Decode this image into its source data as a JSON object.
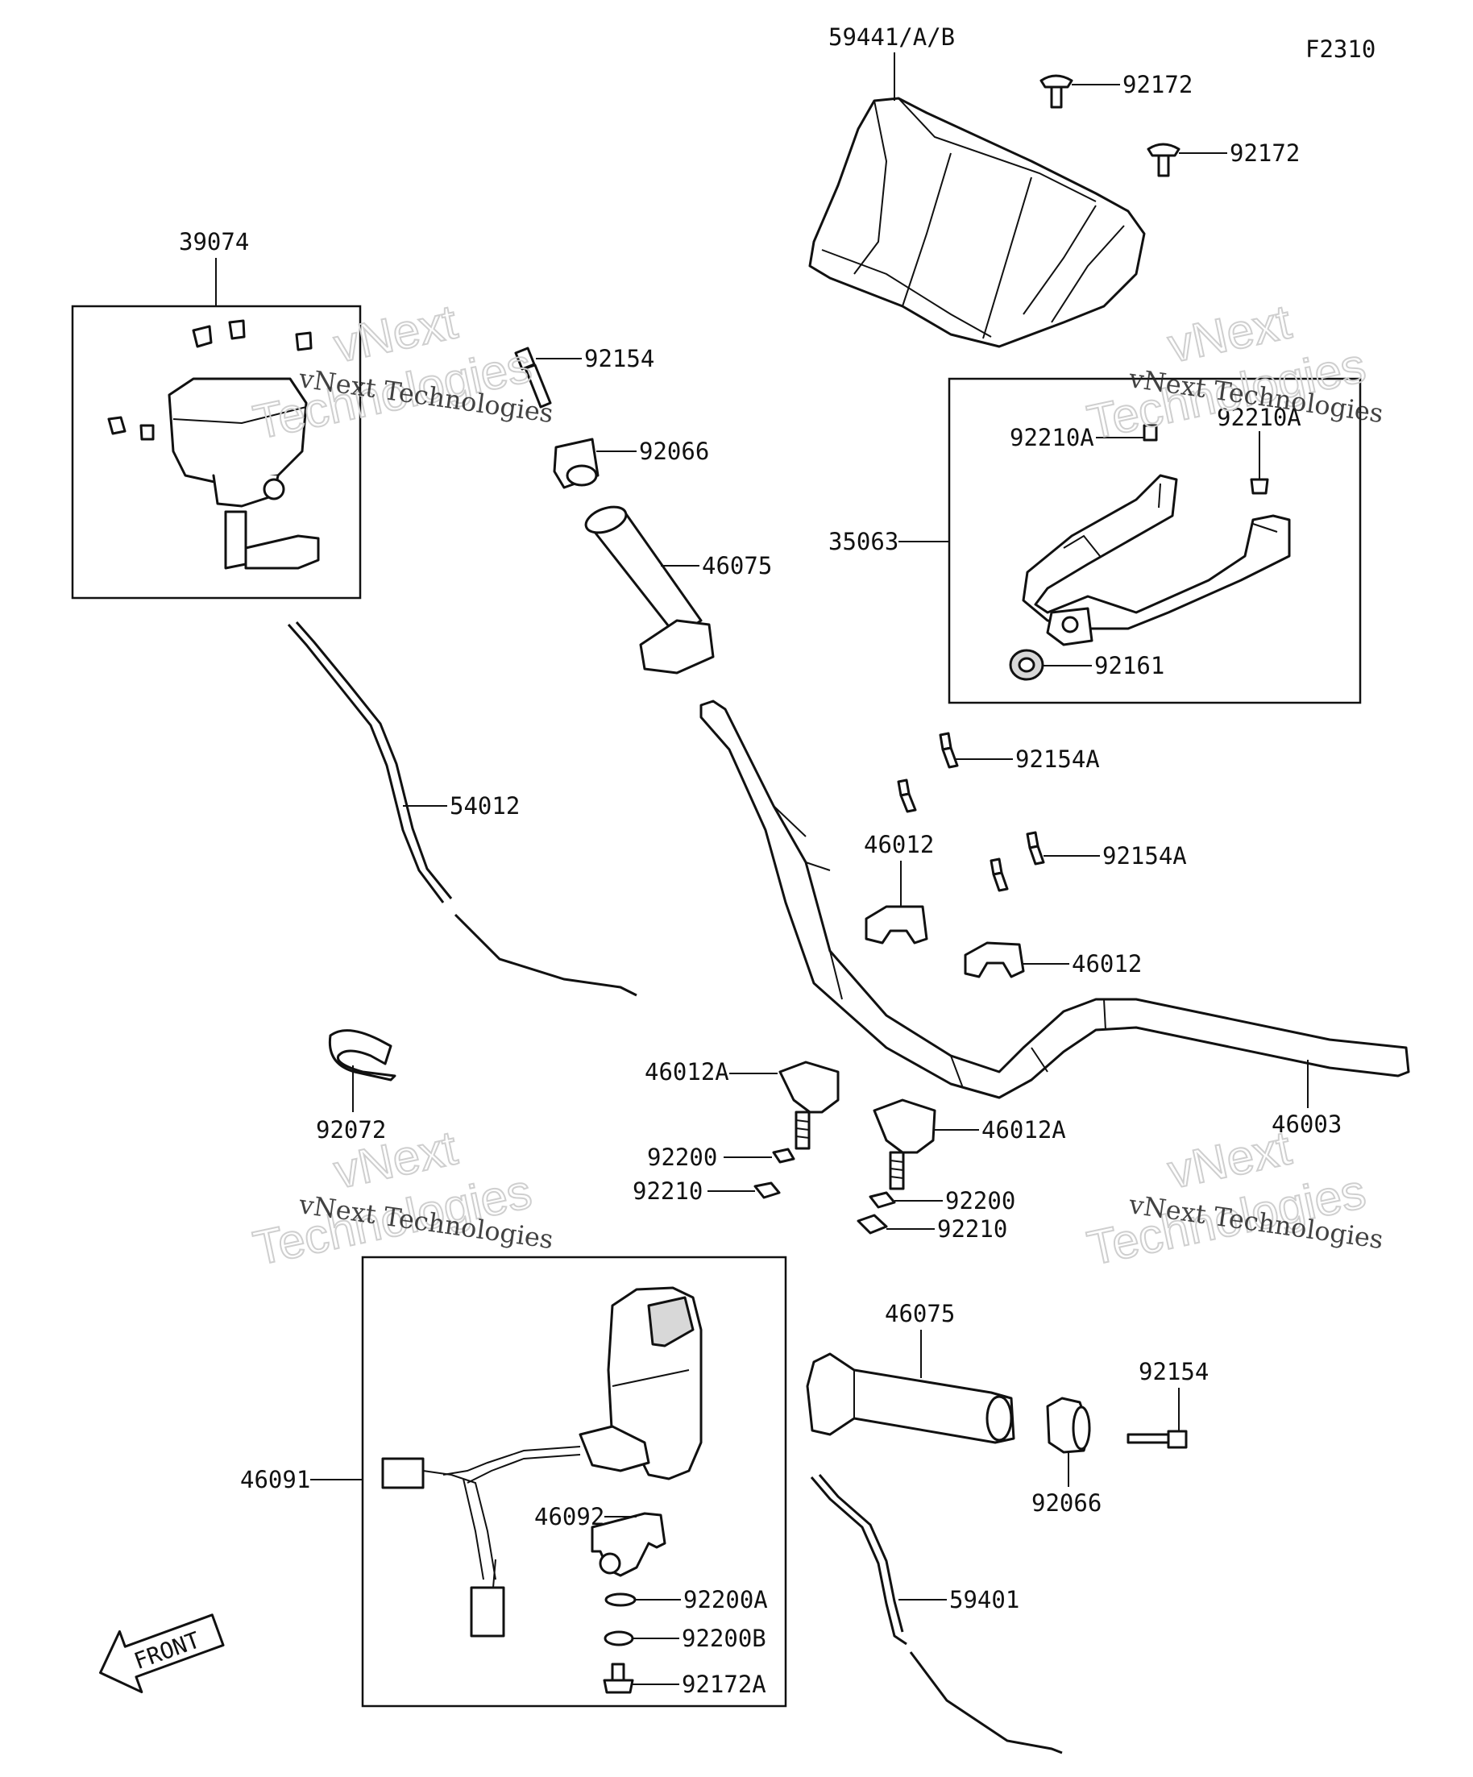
{
  "figure_code": "F2310",
  "watermark": {
    "line1": "vNext Technologies",
    "line2": "vNext",
    "line3": "Technologies"
  },
  "front_label": "FRONT",
  "labels": {
    "p59441": "59441/A/B",
    "p92172_a": "92172",
    "p92172_b": "92172",
    "p39074": "39074",
    "p92154_top": "92154",
    "p92066_top": "92066",
    "p46075_top": "46075",
    "p35063": "35063",
    "p92210A_l": "92210A",
    "p92210A_r": "92210A",
    "p92161": "92161",
    "p54012": "54012",
    "p92154A_a": "92154A",
    "p46012_a": "46012",
    "p92154A_b": "92154A",
    "p46012_b": "46012",
    "p92072": "92072",
    "p46012A_l": "46012A",
    "p46012A_r": "46012A",
    "p46003": "46003",
    "p92200_l": "92200",
    "p92210_l": "92210",
    "p92200_r": "92200",
    "p92210_r": "92210",
    "p46075_bot": "46075",
    "p92154_bot": "92154",
    "p92066_bot": "92066",
    "p46091": "46091",
    "p46092": "46092",
    "p92200A": "92200A",
    "p92200B": "92200B",
    "p92172A": "92172A",
    "p59401": "59401"
  }
}
